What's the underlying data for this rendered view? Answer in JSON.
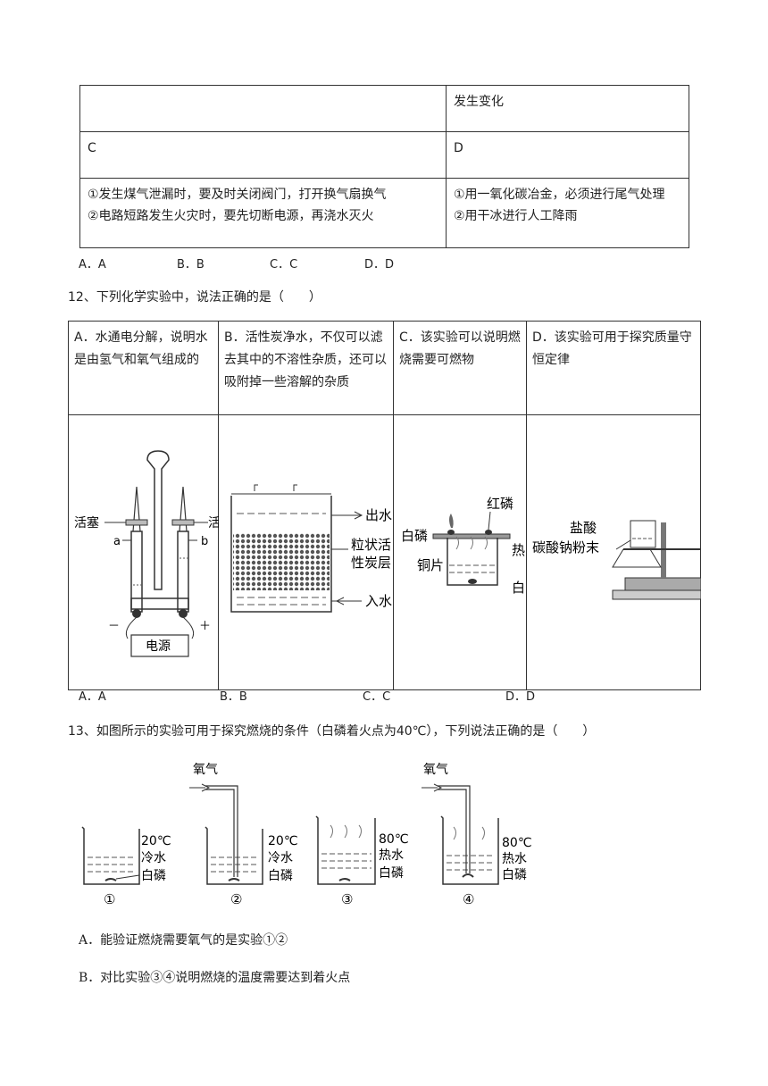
{
  "table1": {
    "r1c2": "发生变化",
    "c_label": "C",
    "d_label": "D",
    "c_lines": [
      "①发生煤气泄漏时，要及时关闭阀门，打开换气扇换气",
      "②电路短路发生火灾时，要先切断电源，再浇水灭火"
    ],
    "d_lines": [
      "①用一氧化碳冶金，必须进行尾气处理",
      "②用干冰进行人工降雨"
    ]
  },
  "q11_options": [
    "A．A",
    "B．B",
    "C．C",
    "D．D"
  ],
  "q12": {
    "stem": "12、下列化学实验中，说法正确的是（　　）",
    "cells": [
      "A．水通电分解，说明水是由氢气和氧气组成的",
      "B．活性炭净水，不仅可以滤去其中的不溶性杂质，还可以吸附掉一些溶解的杂质",
      "C．该实验可以说明燃烧需要可燃物",
      "D．该实验可用于探究质量守恒定律"
    ],
    "fig_a": {
      "left_cock": "活塞",
      "right_cock": "活",
      "a": "a",
      "b": "b",
      "minus": "－",
      "plus": "＋",
      "power": "电源"
    },
    "fig_b": {
      "out": "出水",
      "layer1": "粒状活",
      "layer2": "性炭层",
      "in": "入水"
    },
    "fig_c": {
      "red_p": "红磷",
      "white_p": "白磷",
      "copper": "铜片",
      "hot": "热",
      "white2": "白"
    },
    "fig_d": {
      "acid": "盐酸",
      "powder": "碳酸钠粉末"
    },
    "options": [
      "A．A",
      "B．B",
      "C．C",
      "D．D"
    ]
  },
  "q13": {
    "stem": "13、如图所示的实验可用于探究燃烧的条件（白磷着火点为40℃），下列说法正确的是（　　）",
    "oxygen": "氧气",
    "b1": {
      "temp": "20℃",
      "water": "冷水",
      "p": "白磷",
      "num": "①"
    },
    "b2": {
      "temp": "20℃",
      "water": "冷水",
      "p": "白磷",
      "num": "②"
    },
    "b3": {
      "temp": "80℃",
      "water": "热水",
      "p": "白磷",
      "num": "③"
    },
    "b4": {
      "temp": "80℃",
      "water": "热水",
      "p": "白磷",
      "num": "④"
    },
    "optA": "A．能验证燃烧需要氧气的是实验①②",
    "optB": "B．对比实验③④说明燃烧的温度需要达到着火点"
  }
}
